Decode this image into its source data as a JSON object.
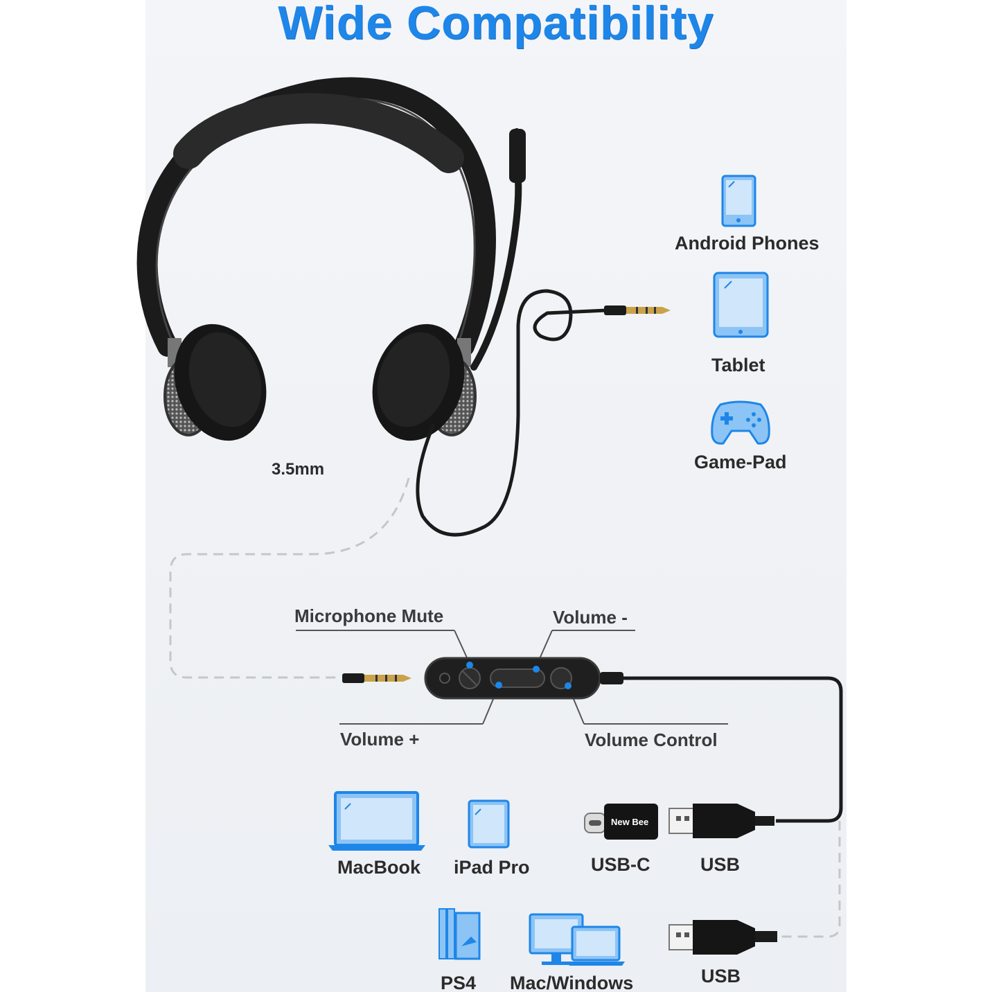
{
  "title": "Wide Compatibility",
  "jack_label": "3.5mm",
  "mobile_devices": [
    {
      "label": "Android Phones",
      "icon": "phone-icon"
    },
    {
      "label": "Tablet",
      "icon": "tablet-icon"
    },
    {
      "label": "Game-Pad",
      "icon": "gamepad-icon"
    }
  ],
  "controller": {
    "microphone_mute": "Microphone Mute",
    "volume_minus": "Volume -",
    "volume_plus": "Volume +",
    "volume_control": "Volume Control"
  },
  "computer_devices": [
    {
      "label": "MacBook",
      "icon": "laptop-icon"
    },
    {
      "label": "iPad Pro",
      "icon": "ipad-icon"
    },
    {
      "label": "PS4",
      "icon": "ps4-icon"
    },
    {
      "label": "Mac/Windows",
      "icon": "desktop-monitors-icon"
    }
  ],
  "adapter_brand": "New Bee",
  "connectors": {
    "usb_c": "USB-C",
    "usb_top": "USB",
    "usb_bottom": "USB"
  },
  "colors": {
    "accent": "#1e86e8",
    "icon_fill": "#8cc4f5",
    "headset": "#1b1b1b"
  }
}
